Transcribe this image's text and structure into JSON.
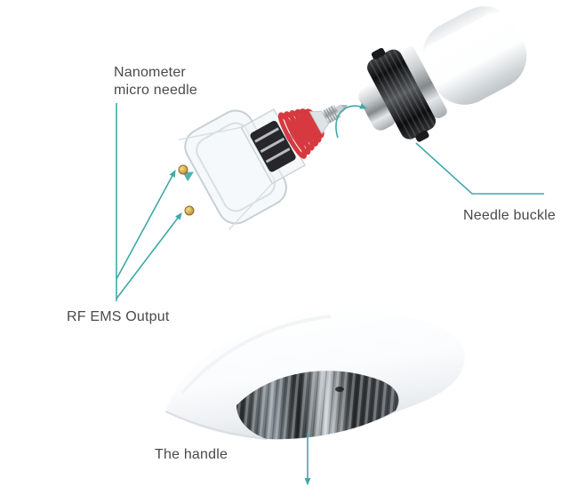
{
  "diagram": {
    "labels": {
      "micro_needle": "Nanometer\nmicro needle",
      "needle_buckle": "Needle buckle",
      "rf_ems_output": "RF EMS Output",
      "handle": "The handle"
    }
  },
  "icons": {
    "rotation_arrow": "curved-rotate-arrow",
    "down_arrow": "straight-down-arrow",
    "leader_arrowhead": "small-triangle-arrowhead"
  },
  "colors": {
    "background": "#FFFFFF",
    "accent_teal": "#3FA8A8",
    "label_text": "#4A4A4A",
    "spring_red": "#D6393F",
    "ring_black": "#0E0F10"
  }
}
